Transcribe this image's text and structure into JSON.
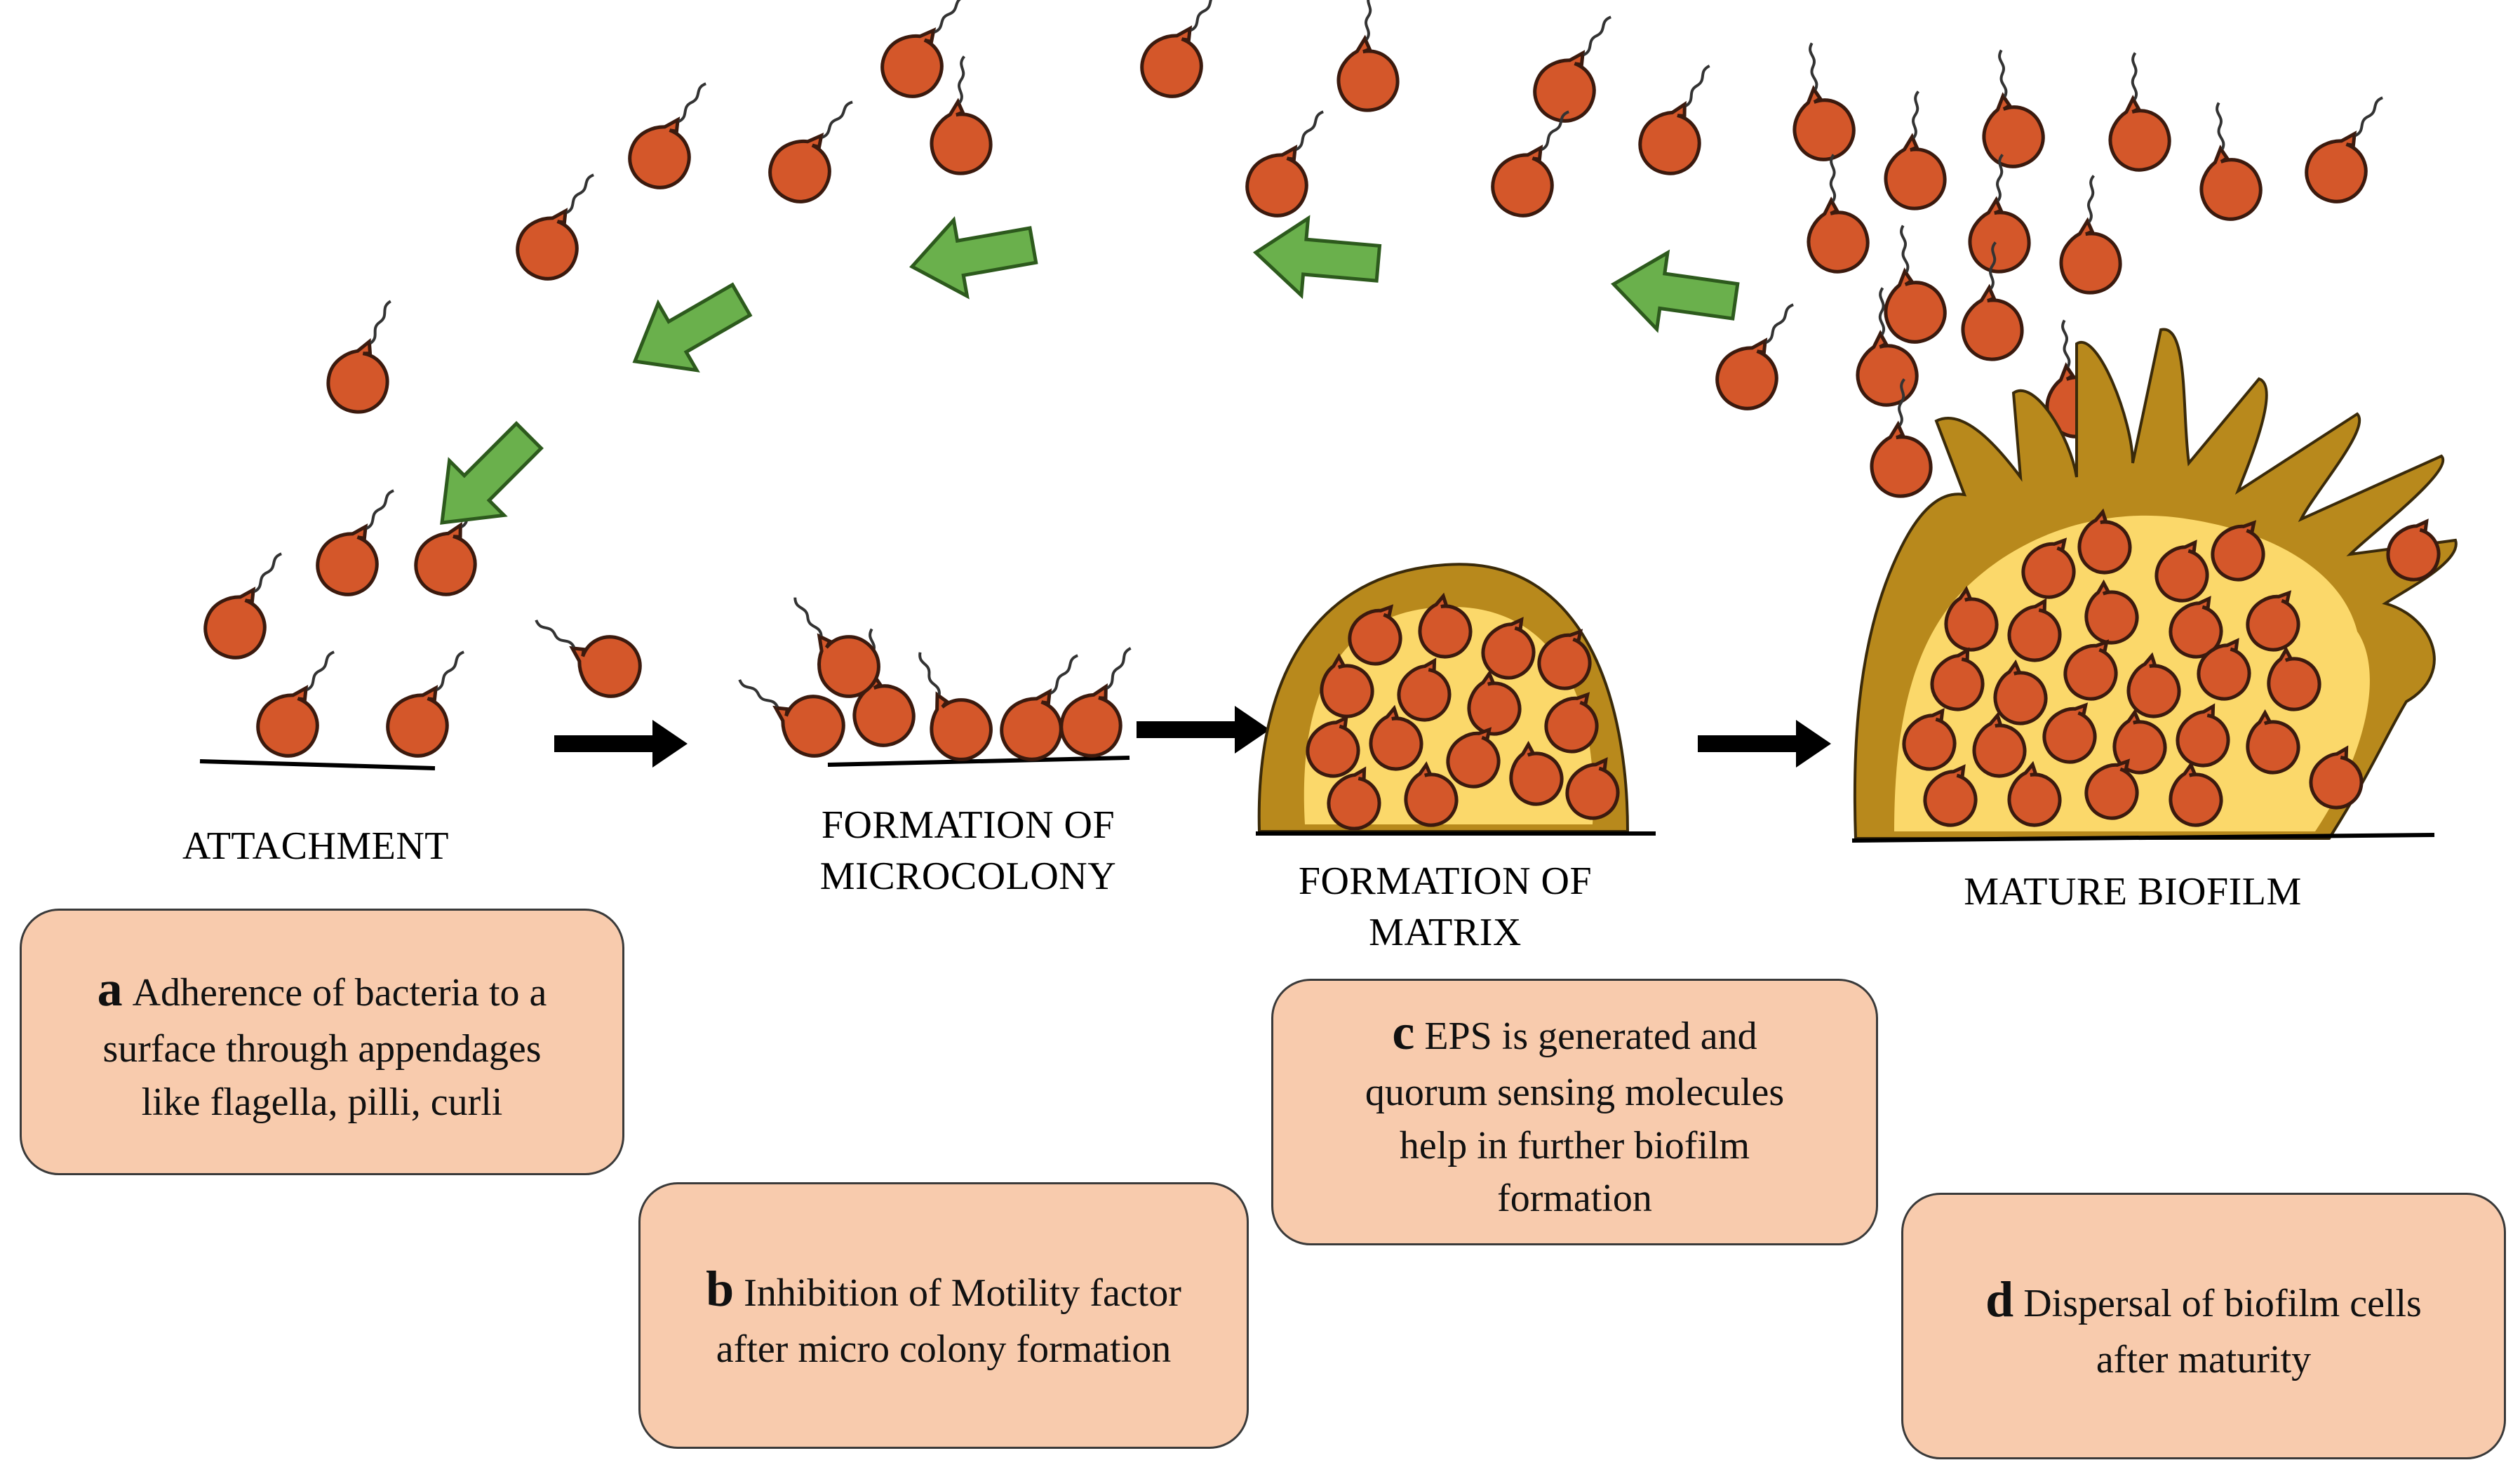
{
  "colors": {
    "bacterium_fill": "#d4572a",
    "bacterium_stroke": "#3b1a0e",
    "matrix_outer": "#b8891c",
    "matrix_inner": "#fbd86a",
    "dispersal_arrow": "#6ab04c",
    "process_arrow": "#000000",
    "box_fill": "#f8cbad"
  },
  "stages": {
    "attachment": "ATTACHMENT",
    "microcolony_line1": "FORMATION OF",
    "microcolony_line2": "MICROCOLONY",
    "matrix_line1": "FORMATION OF",
    "matrix_line2": "MATRIX",
    "mature": "MATURE BIOFILM"
  },
  "boxes": {
    "a": {
      "letter": "a",
      "line1": "Adherence of  bacteria to a",
      "line2": "surface through appendages",
      "line3": "like flagella, pilli, curli"
    },
    "b": {
      "letter": "b",
      "line1": "Inhibition of Motility factor",
      "line2": "after micro colony formation"
    },
    "c": {
      "letter": "c",
      "line1": "EPS is generated and",
      "line2": "quorum sensing molecules",
      "line3": "help in further biofilm",
      "line4": "formation"
    },
    "d": {
      "letter": "d",
      "line1": "Dispersal of biofilm cells",
      "line2": "after maturity"
    }
  },
  "icons": {
    "bacterium": "flagellated-bacterium-icon",
    "dispersal_arrow": "green-arrow-icon",
    "process_arrow": "black-arrow-icon"
  }
}
